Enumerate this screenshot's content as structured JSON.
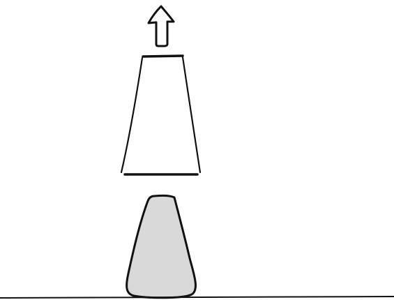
{
  "diagram": {
    "elements": [
      {
        "id": "up-arrow",
        "shape": "arrow",
        "direction": "up",
        "fill": "#ffffff",
        "stroke": "#111111"
      },
      {
        "id": "open-cup",
        "shape": "trapezoid",
        "fill": "#ffffff",
        "stroke": "#111111"
      },
      {
        "id": "solid-block",
        "shape": "rounded-trapezoid",
        "fill": "#d9d9d9",
        "stroke": "#111111"
      },
      {
        "id": "ground-line",
        "shape": "line",
        "stroke": "#111111"
      }
    ]
  },
  "colors": {
    "background": "#ffffff",
    "stroke": "#111111",
    "block_fill": "#d9d9d9"
  }
}
